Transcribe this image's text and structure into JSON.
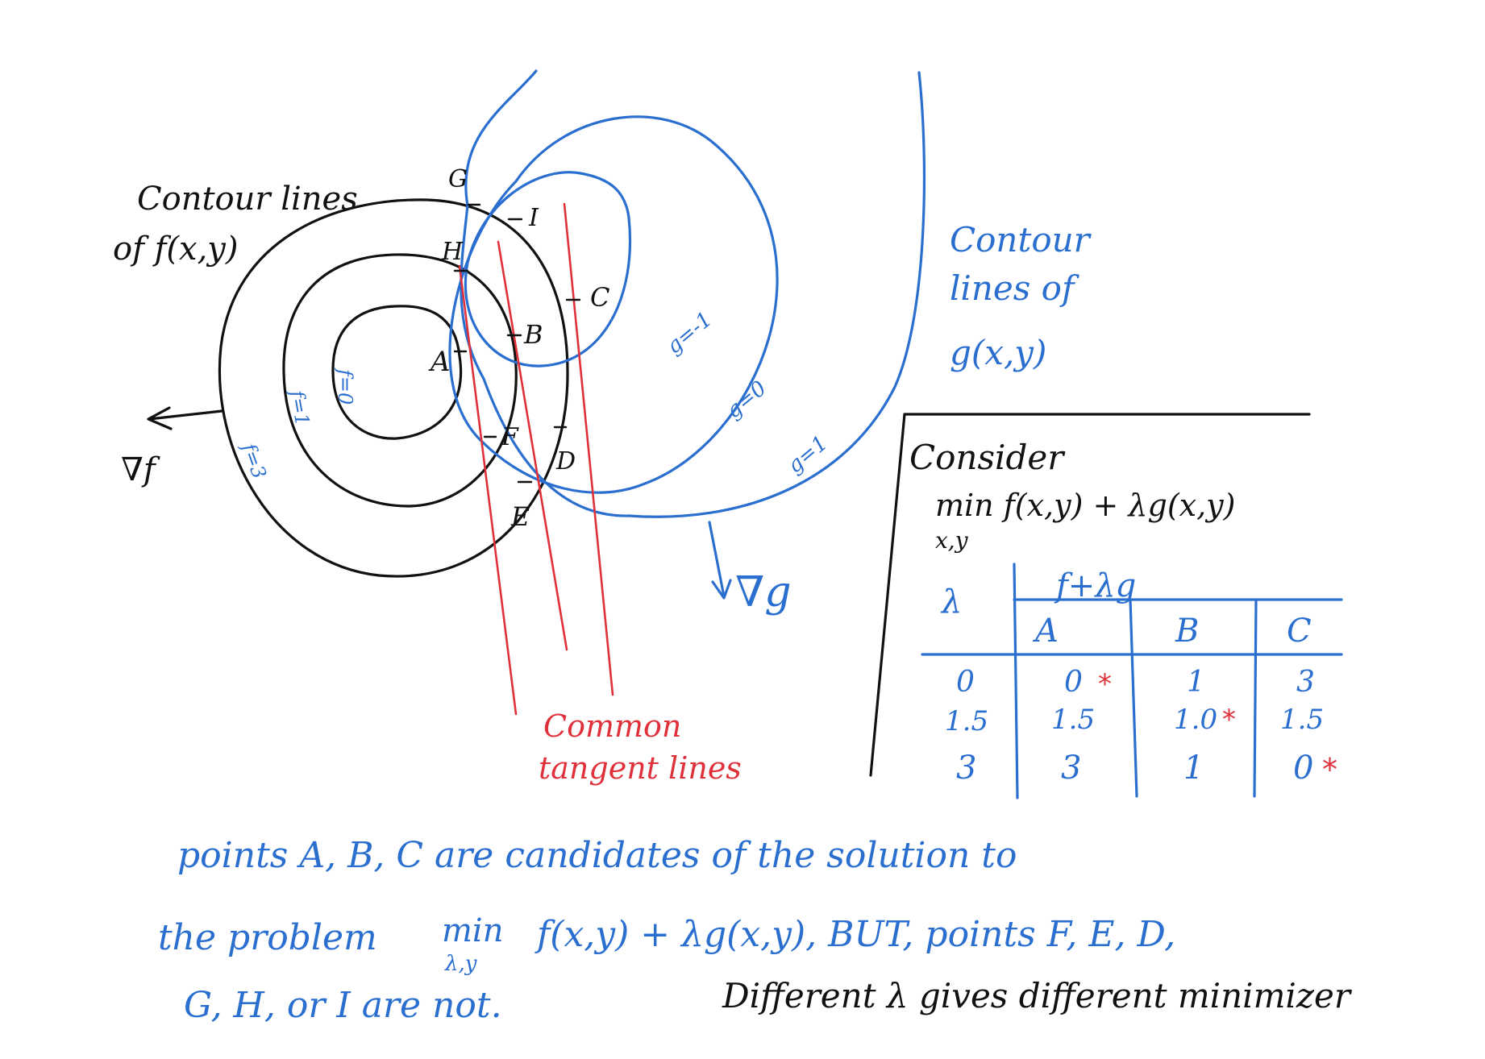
{
  "colors": {
    "ink": "#111111",
    "blue": "#2a6fd0",
    "red": "#e0303a"
  },
  "labels": {
    "f_contour_1": "Contour lines",
    "f_contour_2": "of f(x,y)",
    "g_contour_1": "Contour",
    "g_contour_2": "lines of",
    "g_contour_3": "g(x,y)",
    "grad_f": "∇f",
    "grad_g": "∇g",
    "common_1": "Common",
    "common_2": "tangent lines",
    "f0": "f=0",
    "f1": "f=1",
    "f3": "f=3",
    "gm1": "g=-1",
    "g0": "g=0",
    "g1": "g=1"
  },
  "points": {
    "A": "A",
    "B": "B",
    "C": "C",
    "D": "D",
    "E": "E",
    "F": "F",
    "G": "G",
    "H": "H",
    "I": "I"
  },
  "consider": {
    "title": "Consider",
    "expr": "min  f(x,y) + λg(x,y)",
    "sub": "x,y"
  },
  "table": {
    "lambda_header": "λ",
    "group_header": "f+λg",
    "columns": [
      "A",
      "B",
      "C"
    ],
    "rows": [
      {
        "lambda": "0",
        "A": "0",
        "B": "1",
        "C": "3"
      },
      {
        "lambda": "1.5",
        "A": "1.5",
        "B": "1.0",
        "C": "1.5"
      },
      {
        "lambda": "3",
        "A": "3",
        "B": "1",
        "C": "0"
      }
    ],
    "star": "*"
  },
  "note": {
    "line1": "points A, B, C are candidates of the solution to",
    "line2a": "the problem",
    "line2_min": "min",
    "line2_sub": "λ,y",
    "line2b": "f(x,y) + λg(x,y),  BUT,  points F, E, D,",
    "line3a": "G, H, or I are not.",
    "line3b": "Different λ gives different minimizer"
  }
}
